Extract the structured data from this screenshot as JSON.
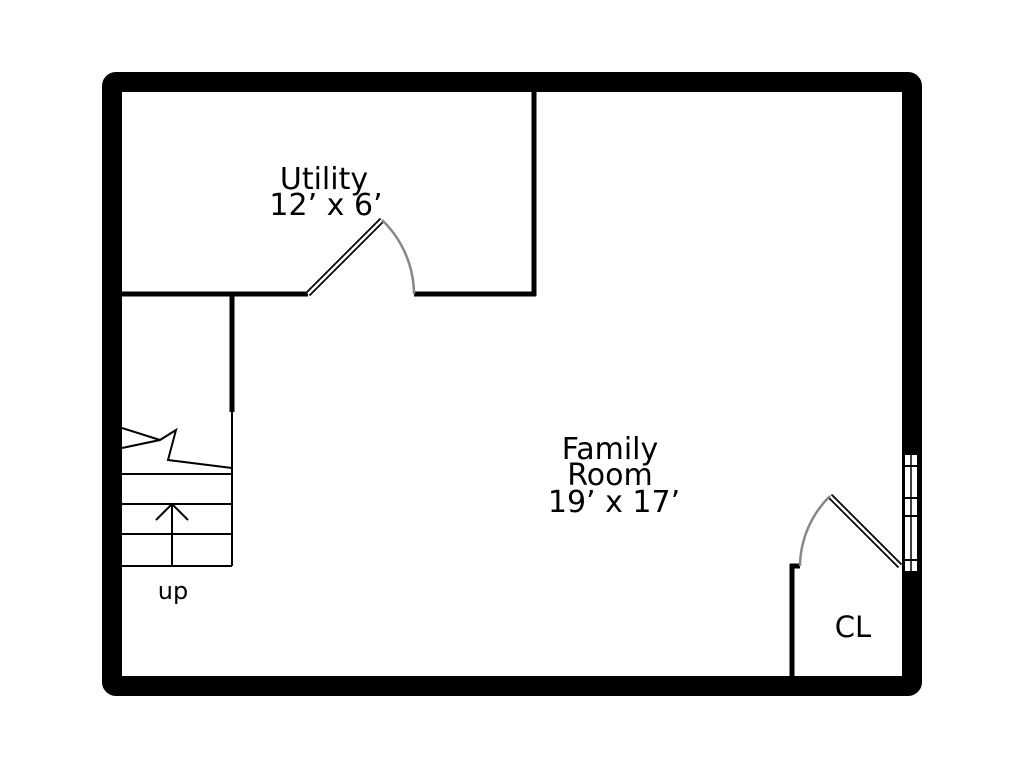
{
  "rooms": {
    "utility": {
      "name": "Utility",
      "dimensions": "12’ x 6’"
    },
    "family_room": {
      "name_line1": "Family",
      "name_line2": "Room",
      "dimensions": "19’ x 17’"
    },
    "closet": {
      "name": "CL"
    }
  },
  "stairs": {
    "direction_label": "up"
  },
  "colors": {
    "wall": "#000000",
    "door_swing": "#888888",
    "background": "#ffffff"
  }
}
